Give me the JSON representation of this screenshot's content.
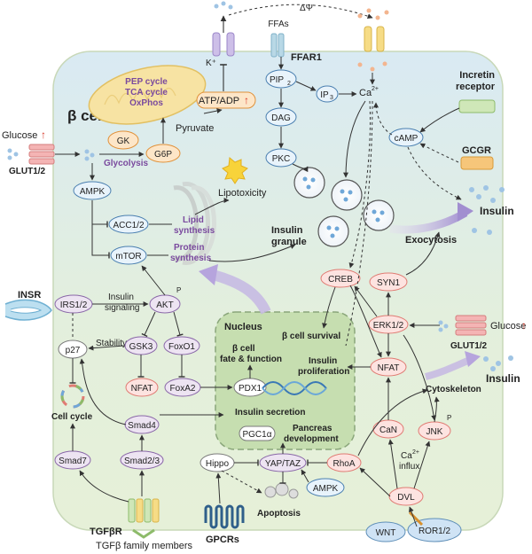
{
  "cell_title": "β cell",
  "nucleus_title": "Nucleus",
  "membrane": {
    "ffar1_top": "FFAs",
    "ffar1_label": "FFAR1",
    "delta_psi": "ΔΨ",
    "k_plus": "K⁺",
    "incretin": "Incretin receptor",
    "incretin_l1": "Incretin",
    "incretin_l2": "receptor",
    "gcgr": "GCGR",
    "insr": "INSR",
    "glut_left": "GLUT1/2",
    "glucose_left": "Glucose",
    "glut_right": "GLUT1/2",
    "glucose_right": "Glucose",
    "tgfbr": "TGFβR",
    "tgfb_members": "TGFβ family members",
    "gpcrs": "GPCRs",
    "wnt": "WNT",
    "ror": "ROR1/2"
  },
  "mito": {
    "l1": "PEP cycle",
    "l2": "TCA cycle",
    "l3": "OxPhos"
  },
  "nodes": {
    "atp_adp": "ATP/ADP",
    "pyruvate": "Pyruvate",
    "gk": "GK",
    "glycolysis": "Glycolysis",
    "g6p": "G6P",
    "pip2": "PIP",
    "pip2_sub": "2",
    "ip3": "IP",
    "ip3_sub": "3",
    "ca2": "Ca",
    "ca2_sup": "2+",
    "dag": "DAG",
    "pkc": "PKC",
    "camp": "cAMP",
    "ampk": "AMPK",
    "lipotoxicity": "Lipotoxicity",
    "acc": "ACC1/2",
    "lipid_synth_1": "Lipid",
    "lipid_synth_2": "synthesis",
    "mtor": "mTOR",
    "protein_synth_1": "Protein",
    "protein_synth_2": "synthesis",
    "insulin_granule_1": "Insulin",
    "insulin_granule_2": "granule",
    "insulin_top": "Insulin",
    "exocytosis": "Exocytosis",
    "creb": "CREB",
    "syn1": "SYN1",
    "erk": "ERK1/2",
    "irs": "IRS1/2",
    "insulin_signaling_1": "Insulin",
    "insulin_signaling_2": "signaling",
    "akt": "AKT",
    "p_mark": "P",
    "p27": "p27",
    "stability": "Stability",
    "gsk3": "GSK3",
    "foxo1": "FoxO1",
    "nfat_left": "NFAT",
    "foxa2": "FoxA2",
    "pdx1": "PDX1",
    "cell_cycle": "Cell cycle",
    "smad4": "Smad4",
    "smad7": "Smad7",
    "smad23": "Smad2/3",
    "beta_survival": "β cell survival",
    "beta_fate_1": "β cell",
    "beta_fate_2": "fate & function",
    "insulin_prolif_1": "Insulin",
    "insulin_prolif_2": "proliferation",
    "nfat_right": "NFAT",
    "insulin_secretion": "Insulin secretion",
    "pgc1a": "PGC1α",
    "pancreas_dev_1": "Pancreas",
    "pancreas_dev_2": "development",
    "cytoskeleton": "Cytoskeleton",
    "insulin_right": "Insulin",
    "can": "CaN",
    "jnk": "JNK",
    "ca_influx_1": "Ca",
    "ca_influx_sup": "2+",
    "ca_influx_2": "influx",
    "hippo": "Hippo",
    "yap_taz": "YAP/TAZ",
    "rhoa": "RhoA",
    "ampk2": "AMPK",
    "apoptosis": "Apoptosis",
    "dvl": "DVL"
  },
  "up_arrow": "↑",
  "colors": {
    "cell_fill": "#e6f1dd",
    "cell_top": "#dcebf2",
    "node_pink": "#fde3e0",
    "node_pink_stroke": "#e07b73",
    "node_blue": "#e8f3fb",
    "node_blue_stroke": "#4a7fb0",
    "node_purple": "#ede4f2",
    "node_purple_stroke": "#8a68a8",
    "node_orange": "#fde6c8",
    "node_orange_stroke": "#e0913a",
    "node_green": "#e1efd3",
    "node_green_stroke": "#6fa24d",
    "nucleus_fill": "#c9e0b3",
    "accent_red": "#d83a2a",
    "accent_purple": "#7a4a9e"
  }
}
